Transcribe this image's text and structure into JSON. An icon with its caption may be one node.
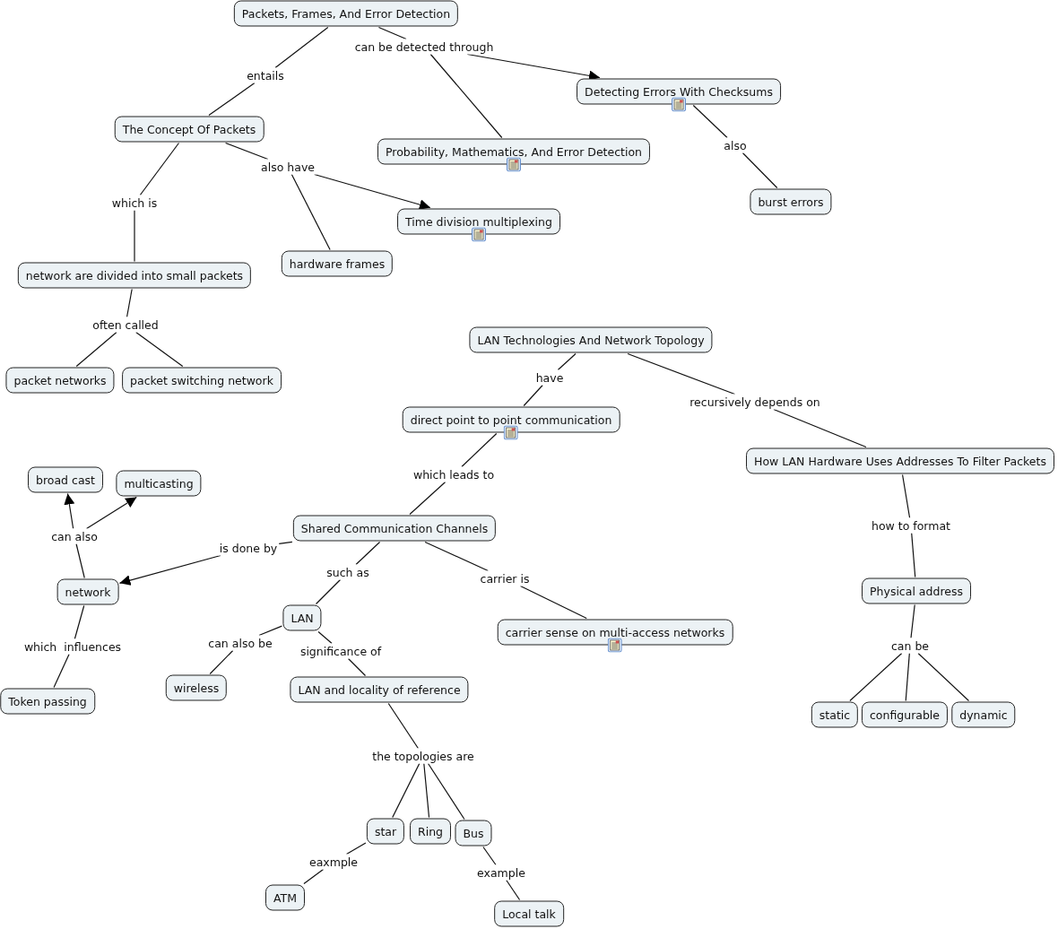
{
  "diagram": {
    "nodes": [
      {
        "text": [
          "Packets, Frames, And Error Detection"
        ]
      },
      {
        "text": [
          "entails"
        ]
      },
      {
        "text": [
          "can be detected through"
        ]
      },
      {
        "text": [
          "The Concept Of Packets"
        ]
      },
      {
        "text": [
          "Detecting Errors With Checksums"
        ]
      },
      {
        "text": [
          "Probability, Mathematics, And Error Detection"
        ]
      },
      {
        "text": [
          "also"
        ]
      },
      {
        "text": [
          "burst errors"
        ]
      },
      {
        "text": [
          "which is"
        ]
      },
      {
        "text": [
          "also have"
        ]
      },
      {
        "text": [
          "Time division multiplexing"
        ]
      },
      {
        "text": [
          "hardware frames"
        ]
      },
      {
        "text": [
          "network are divided into small packets"
        ]
      },
      {
        "text": [
          "often called"
        ]
      },
      {
        "text": [
          "packet networks"
        ]
      },
      {
        "text": [
          "packet switching network"
        ]
      },
      {
        "text": [
          "LAN Technologies And Network Topology"
        ]
      },
      {
        "text": [
          "have"
        ]
      },
      {
        "text": [
          "recursively depends on"
        ]
      },
      {
        "text": [
          "direct point to point communication"
        ]
      },
      {
        "text": [
          "How LAN Hardware Uses Addresses To Filter Packets"
        ]
      },
      {
        "text": [
          "which leads to"
        ]
      },
      {
        "text": [
          "broad cast"
        ]
      },
      {
        "text": [
          "multicasting"
        ]
      },
      {
        "text": [
          "can also"
        ]
      },
      {
        "text": [
          "Shared Communication Channels"
        ]
      },
      {
        "text": [
          "how to format"
        ]
      },
      {
        "text": [
          "is done by"
        ]
      },
      {
        "text": [
          "network"
        ]
      },
      {
        "text": [
          "such as"
        ]
      },
      {
        "text": [
          "carrier is"
        ]
      },
      {
        "text": [
          "LAN"
        ]
      },
      {
        "text": [
          "Physical address"
        ]
      },
      {
        "text": [
          "carrier sense on multi-access networks"
        ]
      },
      {
        "text": [
          "which  influences"
        ]
      },
      {
        "text": [
          "can also be"
        ]
      },
      {
        "text": [
          "significance of"
        ]
      },
      {
        "text": [
          "can be"
        ]
      },
      {
        "text": [
          "Token passing"
        ]
      },
      {
        "text": [
          "wireless"
        ]
      },
      {
        "text": [
          "LAN and locality of reference"
        ]
      },
      {
        "text": [
          "static"
        ]
      },
      {
        "text": [
          "configurable"
        ]
      },
      {
        "text": [
          "dynamic"
        ]
      },
      {
        "text": [
          "the topologies are"
        ]
      },
      {
        "text": [
          "star"
        ]
      },
      {
        "text": [
          "Ring"
        ]
      },
      {
        "text": [
          "Bus"
        ]
      },
      {
        "text": [
          "eaxmple"
        ]
      },
      {
        "text": [
          "example"
        ]
      },
      {
        "text": [
          "ATM"
        ]
      },
      {
        "text": [
          "Local talk"
        ]
      }
    ],
    "edges": [
      {
        "from": 0,
        "to": 1,
        "arrow": "none"
      },
      {
        "from": 1,
        "to": 3,
        "arrow": "none"
      },
      {
        "from": 0,
        "to": 2,
        "arrow": "none"
      },
      {
        "from": 2,
        "to": 4,
        "arrow": "to"
      },
      {
        "from": 2,
        "to": 5,
        "arrow": "none"
      },
      {
        "from": 4,
        "to": 6,
        "arrow": "none"
      },
      {
        "from": 6,
        "to": 7,
        "arrow": "none"
      },
      {
        "from": 3,
        "to": 8,
        "arrow": "none"
      },
      {
        "from": 8,
        "to": 12,
        "arrow": "none"
      },
      {
        "from": 3,
        "to": 9,
        "arrow": "none"
      },
      {
        "from": 9,
        "to": 10,
        "arrow": "to"
      },
      {
        "from": 9,
        "to": 11,
        "arrow": "none"
      },
      {
        "from": 12,
        "to": 13,
        "arrow": "none"
      },
      {
        "from": 13,
        "to": 14,
        "arrow": "none"
      },
      {
        "from": 13,
        "to": 15,
        "arrow": "none"
      },
      {
        "from": 16,
        "to": 17,
        "arrow": "none"
      },
      {
        "from": 17,
        "to": 19,
        "arrow": "none"
      },
      {
        "from": 16,
        "to": 18,
        "arrow": "none"
      },
      {
        "from": 18,
        "to": 20,
        "arrow": "none"
      },
      {
        "from": 19,
        "to": 21,
        "arrow": "none"
      },
      {
        "from": 21,
        "to": 25,
        "arrow": "none"
      },
      {
        "from": 25,
        "to": 27,
        "arrow": "none"
      },
      {
        "from": 27,
        "to": 28,
        "arrow": "to"
      },
      {
        "from": 28,
        "to": 24,
        "arrow": "none"
      },
      {
        "from": 24,
        "to": 22,
        "arrow": "to"
      },
      {
        "from": 24,
        "to": 23,
        "arrow": "to"
      },
      {
        "from": 25,
        "to": 29,
        "arrow": "none"
      },
      {
        "from": 29,
        "to": 31,
        "arrow": "none"
      },
      {
        "from": 25,
        "to": 30,
        "arrow": "none"
      },
      {
        "from": 30,
        "to": 33,
        "arrow": "none"
      },
      {
        "from": 20,
        "to": 26,
        "arrow": "none"
      },
      {
        "from": 26,
        "to": 32,
        "arrow": "none"
      },
      {
        "from": 28,
        "to": 34,
        "arrow": "none"
      },
      {
        "from": 34,
        "to": 38,
        "arrow": "none"
      },
      {
        "from": 31,
        "to": 35,
        "arrow": "none"
      },
      {
        "from": 35,
        "to": 39,
        "arrow": "none"
      },
      {
        "from": 31,
        "to": 36,
        "arrow": "none"
      },
      {
        "from": 36,
        "to": 40,
        "arrow": "none"
      },
      {
        "from": 32,
        "to": 37,
        "arrow": "none"
      },
      {
        "from": 37,
        "to": 41,
        "arrow": "none"
      },
      {
        "from": 37,
        "to": 42,
        "arrow": "none"
      },
      {
        "from": 37,
        "to": 43,
        "arrow": "none"
      },
      {
        "from": 40,
        "to": 44,
        "arrow": "none"
      },
      {
        "from": 44,
        "to": 45,
        "arrow": "none"
      },
      {
        "from": 44,
        "to": 46,
        "arrow": "none"
      },
      {
        "from": 44,
        "to": 47,
        "arrow": "none"
      },
      {
        "from": 45,
        "to": 48,
        "arrow": "none"
      },
      {
        "from": 48,
        "to": 50,
        "arrow": "none"
      },
      {
        "from": 47,
        "to": 49,
        "arrow": "none"
      },
      {
        "from": 49,
        "to": 51,
        "arrow": "none"
      }
    ]
  }
}
